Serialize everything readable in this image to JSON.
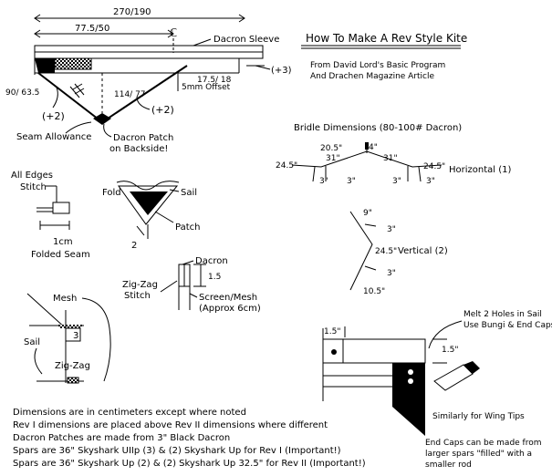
{
  "title": "How To Make A Rev Style Kite",
  "credits": [
    "From David Lord's Basic Program",
    "And Drachen Magazine Article"
  ],
  "sail_top": {
    "dim_overall": "270/190",
    "dim_half": "77.5/50",
    "centerline_symbol": "ℂ",
    "dacron_sleeve": "Dacron Sleeve",
    "plus3": "(+3)",
    "dim_right": "17.5/ 18",
    "offset": "5mm Offset",
    "dim_diag": "114/ 77",
    "dim_left": "90/ 63.5",
    "plus2_left": "(+2)",
    "plus2_right": "(+2)",
    "seam_allowance": "Seam Allowance",
    "patch_note": [
      "Dacron Patch",
      "on Backside!"
    ]
  },
  "bridle": {
    "title": "Bridle Dimensions (80-100# Dacron)",
    "horizontal": {
      "label": "Horizontal (1)",
      "left_outer": "24.5\"",
      "top_left": "20.5\"",
      "mid_left": "31\"",
      "center": "4\"",
      "mid_right": "31\"",
      "right_outer": "24.5\"",
      "b1": "3\"",
      "b2": "3\"",
      "b3": "3\"",
      "b4": "3\""
    },
    "vertical": {
      "label": "Vertical (2)",
      "top": "9\"",
      "upper_leg": "3\"",
      "mid": "24.5\"",
      "lower_leg": "3\"",
      "bottom": "10.5\""
    }
  },
  "edges": {
    "title": [
      "All Edges",
      "Stitch"
    ],
    "measure": "1cm",
    "caption": "Folded Seam"
  },
  "patch_detail": {
    "fold": "Fold",
    "sail": "Sail",
    "patch": "Patch",
    "num": "2"
  },
  "zigzag": {
    "dacron": "Dacron",
    "dim": "1.5",
    "stitch": [
      "Zig-Zag",
      "Stitch"
    ],
    "screen": [
      "Screen/Mesh",
      "(Approx 6cm)"
    ]
  },
  "mesh_detail": {
    "mesh": "Mesh",
    "sail": "Sail",
    "three": "3",
    "zigzag": "Zig-Zag"
  },
  "endcap": {
    "melt_note": [
      "Melt 2 Holes in Sail",
      "Use Bungi & End Caps"
    ],
    "dim_top": "1.5\"",
    "dim_side": "1.5\"",
    "wing_tips": "Similarly for Wing Tips",
    "caps_note": [
      "End Caps can be made from",
      "larger spars \"filled\" with a",
      "smaller rod"
    ]
  },
  "notes": [
    "Dimensions are in centimeters except where noted",
    "Rev I dimensions are placed above Rev II dimensions where different",
    "Dacron Patches are made from 3\" Black Dacron",
    "Spars are 36\" Skyshark UIIp (3) & (2) Skyshark Up for Rev I (Important!)",
    "Spars are 36\" Skyshark Up (2) & (2) Skyshark Up 32.5\" for Rev II (Important!)"
  ]
}
